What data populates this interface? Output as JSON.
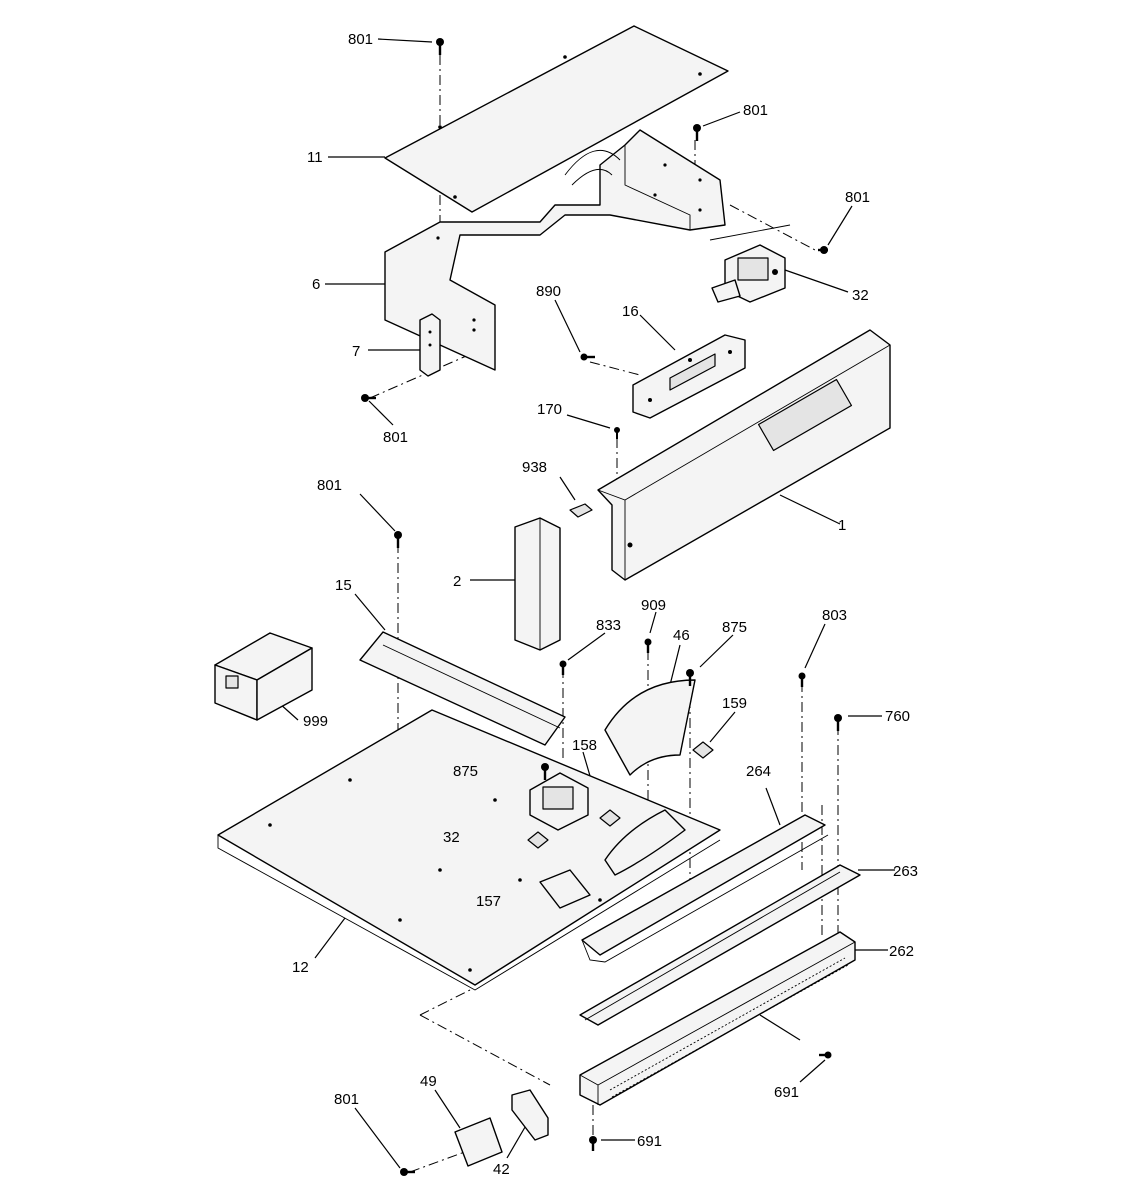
{
  "diagram": {
    "labels": [
      "801",
      "11",
      "801",
      "801",
      "6",
      "32",
      "890",
      "16",
      "7",
      "801",
      "170",
      "938",
      "801",
      "1",
      "2",
      "15",
      "909",
      "833",
      "46",
      "875",
      "803",
      "999",
      "159",
      "760",
      "875",
      "158",
      "264",
      "32",
      "263",
      "157",
      "262",
      "12",
      "691",
      "801",
      "49",
      "691",
      "42"
    ]
  }
}
